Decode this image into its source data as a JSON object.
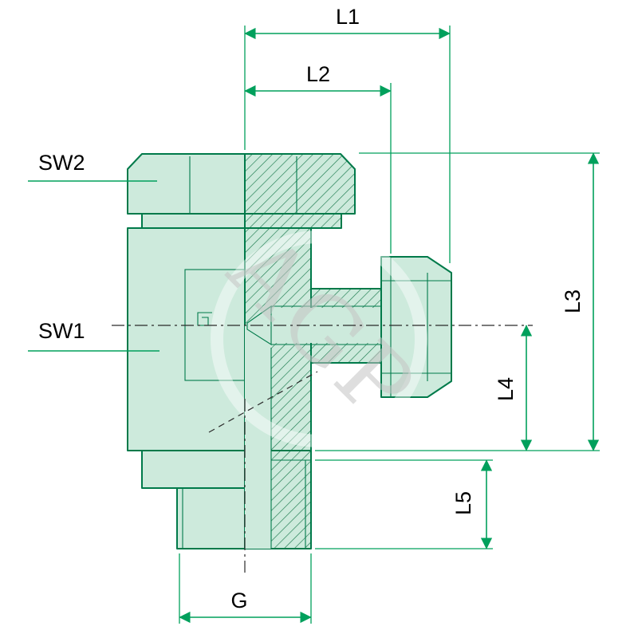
{
  "drawing": {
    "watermark": "AGP",
    "dimensions": {
      "l1": "L1",
      "l2": "L2",
      "l3": "L3",
      "l4": "L4",
      "l5": "L5",
      "g": "G",
      "sw1": "SW1",
      "sw2": "SW2"
    },
    "colors": {
      "part_fill": "#cdeadc",
      "part_outline": "#007a4a",
      "dimension_line": "#00a05c",
      "label_text": "#000000",
      "watermark_gray": "#c4c4c4",
      "background": "#ffffff"
    }
  }
}
